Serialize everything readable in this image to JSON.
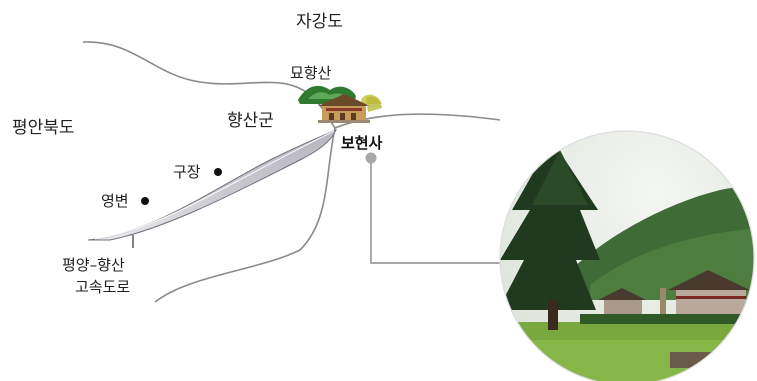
{
  "map": {
    "labels": {
      "province_north": "자강도",
      "province_west": "평안북도",
      "mountain": "묘향산",
      "county": "향산군",
      "temple": "보현사",
      "town_gujang": "구장",
      "town_yeongbyeon": "영변",
      "highway_line1": "평양–향산",
      "highway_line2": "고속도로"
    },
    "icons": {
      "temple": "temple-icon",
      "mountain": "mountain-icon",
      "town": "town-dot-icon",
      "marker": "location-pin-icon"
    },
    "colors": {
      "boundary": "#8a8a8a",
      "road_fill": "#cfcfd6",
      "road_edge": "#6f6f78",
      "mountain_green": "#2e7a2e",
      "temple_roof": "#6b4a2a",
      "marker": "#a8a8a8",
      "text": "#222222"
    }
  }
}
